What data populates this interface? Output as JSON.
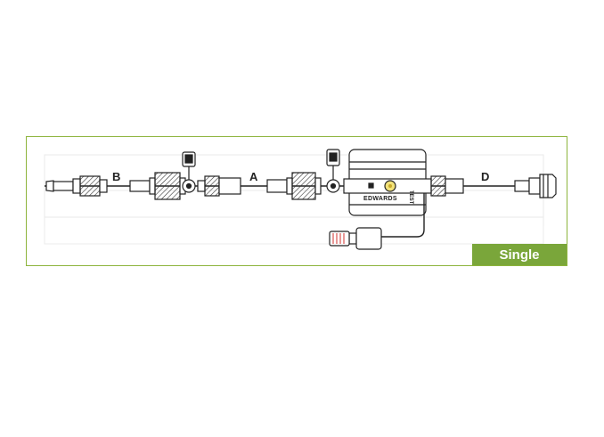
{
  "labels": {
    "segment_b": "B",
    "segment_a": "A",
    "segment_d": "D",
    "brand": "EDWARDS",
    "test": "TEST"
  },
  "badge": {
    "text": "Single",
    "color": "#7aa63a"
  },
  "colors": {
    "frame_border": "#8db43c",
    "line": "#222222",
    "indicator": "#f2e27a",
    "connector_pins": "#d9534f"
  }
}
